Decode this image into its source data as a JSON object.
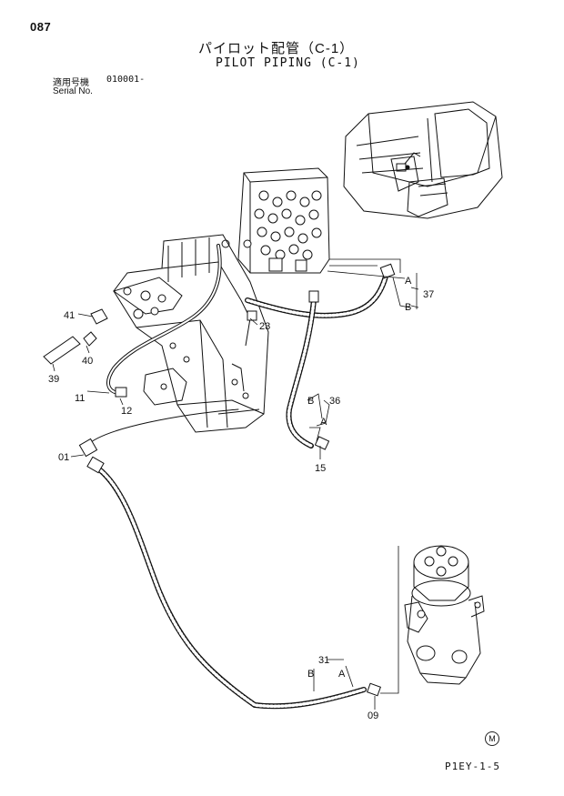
{
  "header": {
    "page_number": "087",
    "title_jp": "パイロット配管（C-1）",
    "title_en": "PILOT PIPING (C-1)",
    "serial_label_jp": "適用号機",
    "serial_number": "010001-",
    "serial_label_en": "Serial No."
  },
  "callouts": {
    "c01": "01",
    "c09": "09",
    "c11": "11",
    "c12": "12",
    "c15": "15",
    "c23": "23",
    "c31": "31",
    "c36": "36",
    "c37": "37",
    "c39": "39",
    "c40": "40",
    "c41": "41",
    "a37": "A",
    "b37": "B",
    "a36": "A",
    "b36": "B",
    "a31": "A",
    "b31": "B"
  },
  "footer": {
    "drawing_code": "P1EY-1-5",
    "mark": "M"
  }
}
